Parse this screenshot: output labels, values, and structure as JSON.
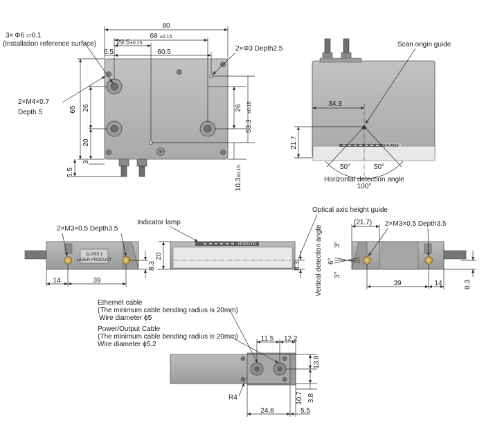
{
  "top_view": {
    "overall_width": "80",
    "span_68": "68",
    "tol_68": "±0.15",
    "dim_29_5": "29.5",
    "tol_29_5": "±0.15",
    "dim_60_5": "60.5",
    "dim_6_5": "6.5",
    "mount_holes_qty": "3×",
    "mount_holes_phi": "Φ6",
    "mount_holes_flat": "⏥0.1",
    "mount_holes_note": "(Installation reference surface)",
    "pin_holes": "2×Φ3 Depth2.5",
    "tapped_holes": "2×M4×0.7",
    "tapped_depth": "Depth 5",
    "height_65": "65",
    "dim_26_left": "26",
    "dim_20": "20",
    "dim_3": "3",
    "dim_5_5": "5.5",
    "dim_26_right": "26",
    "dim_53_3": "53.3",
    "tol_53_3": "±0.15",
    "dim_10_3": "10.3",
    "tol_10_3": "±0.15"
  },
  "scan_view": {
    "scan_origin_label": "Scan origin guide",
    "dim_34_3": "34.3",
    "dim_21_7": "21.7",
    "angle_left": "50°",
    "angle_right": "50°",
    "horizontal_label": "Horizontal detection angle",
    "horizontal_value": "100°",
    "brand": "HOKUYO"
  },
  "left_side": {
    "tapped": "2×M3×0.5 Depth3.5",
    "class_line1": "CLASS 1",
    "class_line2": "LASER PRODUCT",
    "dim_14": "14",
    "dim_39": "39",
    "dim_8_3": "8.3"
  },
  "front_view": {
    "indicator_label": "Indicator lamp",
    "brand": "HOKUYO",
    "dim_20": "20",
    "dim_8_3": "8.3"
  },
  "right_side": {
    "optical_axis_label": "Optical axis height guide",
    "dim_21_7": "(21.7)",
    "tapped": "2×M3×0.5 Depth3.5",
    "vertical_label": "Vertical detection angle",
    "angle_up": "3°",
    "angle_mid": "6°",
    "angle_down": "3°",
    "dim_39": "39",
    "dim_14": "14",
    "dim_8_3": "8.3"
  },
  "bottom_view": {
    "ethernet_label": "Ethernet cable",
    "ethernet_note": "(The minimum cable bending radius is 20mm)",
    "ethernet_wire": "Wire diameter ϕ5",
    "power_label": "Power/Output Cable",
    "power_note": "(The minimum cable bending radius is 20mm)",
    "power_wire": "Wire diameter ϕ5.2",
    "dim_11_5": "11.5",
    "dim_12_2": "12.2",
    "dim_13_8": "13.8",
    "dim_10_7": "10.7",
    "dim_3_8": "3.8",
    "radius": "R4",
    "dim_24_8": "24.8",
    "dim_5_5": "5.5"
  }
}
